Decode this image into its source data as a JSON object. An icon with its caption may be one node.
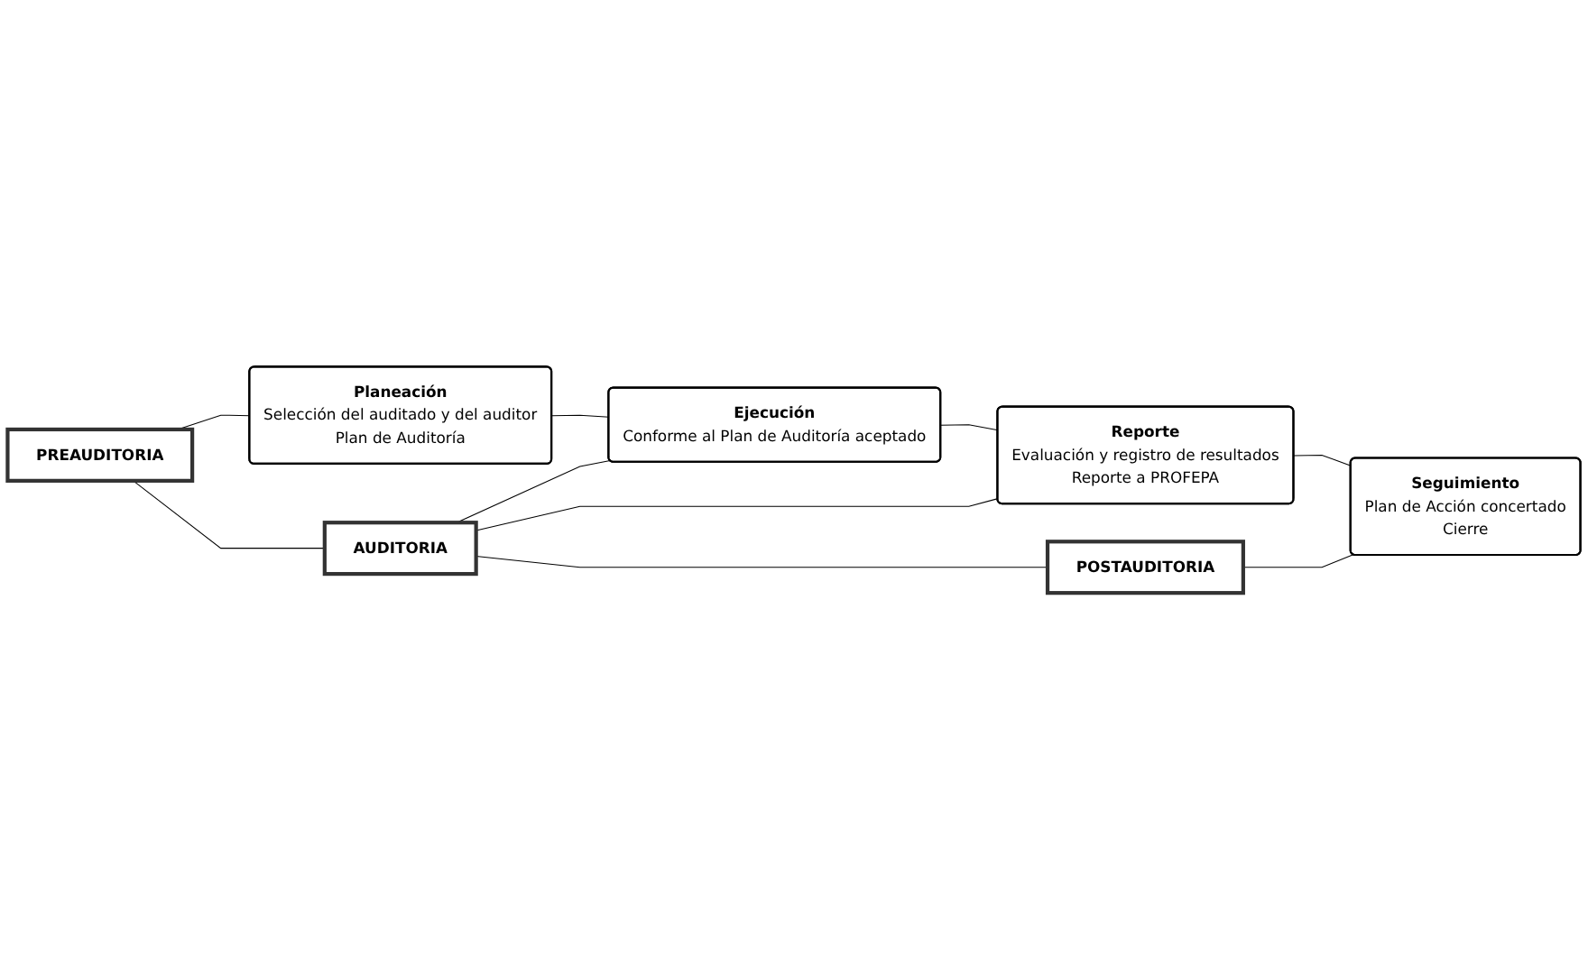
{
  "diagram": {
    "nodes": [
      {
        "text": [
          "PREAUDITORIA"
        ]
      },
      {
        "text": [
          "Planeación",
          "Selección del auditado y del auditor",
          "Plan de Auditoría"
        ]
      },
      {
        "text": [
          "Ejecución",
          "Conforme al Plan de Auditoría aceptado"
        ]
      },
      {
        "text": [
          "AUDITORIA"
        ]
      },
      {
        "text": [
          "Reporte",
          "Evaluación y registro de resultados",
          "Reporte a PROFEPA"
        ]
      },
      {
        "text": [
          "Seguimiento",
          "Plan de Acción concertado",
          "Cierre"
        ]
      },
      {
        "text": [
          "POSTAUDITORIA"
        ]
      }
    ],
    "edges": [
      {
        "from": 0,
        "to": 1,
        "arrow": "none"
      },
      {
        "from": 0,
        "to": 3,
        "arrow": "none"
      },
      {
        "from": 1,
        "to": 2,
        "arrow": "none"
      },
      {
        "from": 3,
        "to": 2,
        "arrow": "none"
      },
      {
        "from": 3,
        "to": 4,
        "arrow": "none"
      },
      {
        "from": 2,
        "to": 4,
        "arrow": "none"
      },
      {
        "from": 4,
        "to": 5,
        "arrow": "none"
      },
      {
        "from": 3,
        "to": 6,
        "arrow": "none"
      },
      {
        "from": 6,
        "to": 5,
        "arrow": "none"
      }
    ]
  }
}
